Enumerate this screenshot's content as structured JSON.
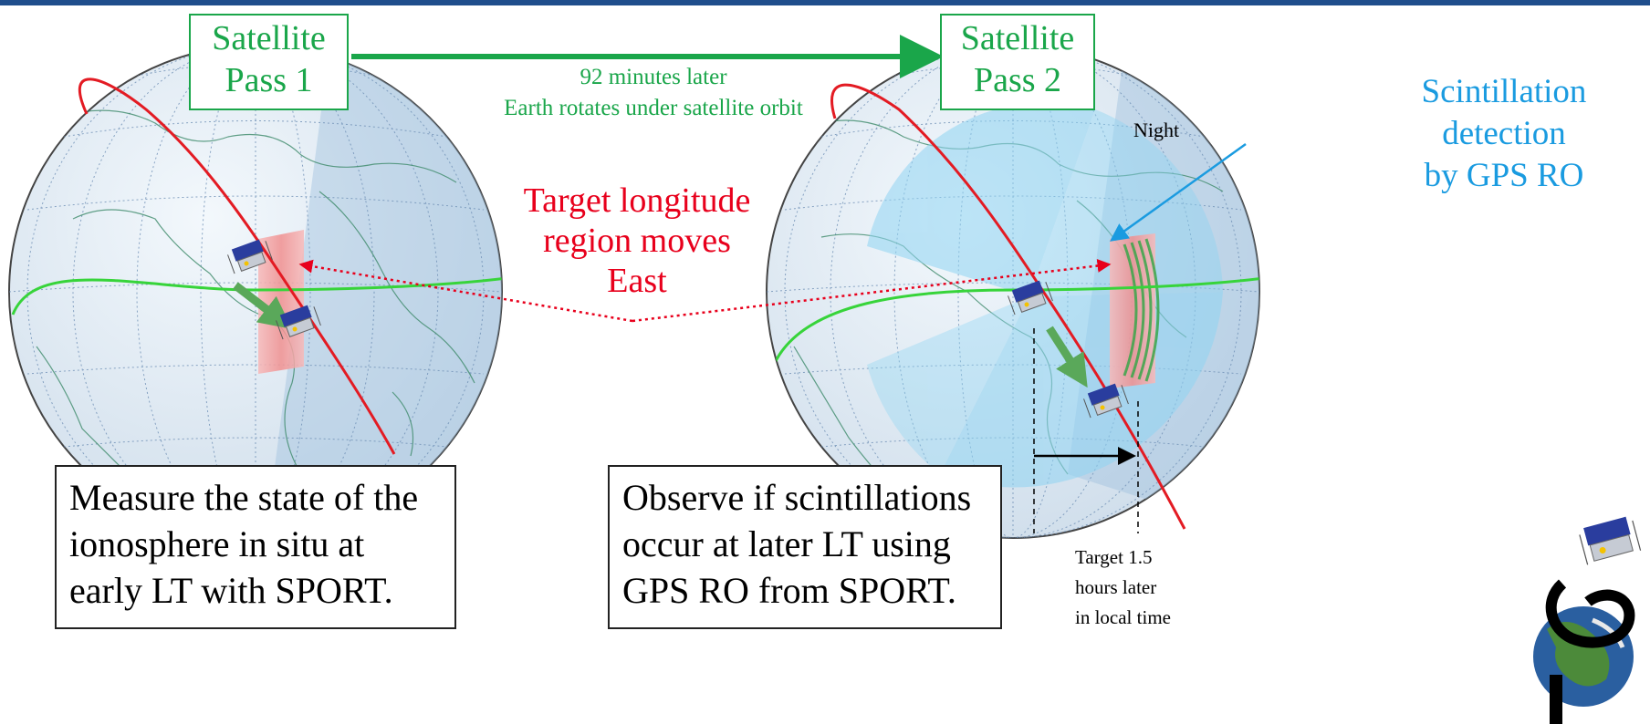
{
  "header_bar": {
    "color": "#1f4e8c"
  },
  "colors": {
    "satellite_green": "#1aa64a",
    "target_red": "#e8001c",
    "scintillation_blue": "#1a9be0",
    "globe_fill": "#dbe7f1",
    "night_shade": "#9fc0dd",
    "target_region_pink": "#f4a7a7",
    "equator_green": "#37d43a",
    "orbit_red": "#e31b23",
    "coverage_cyan": "#8fd4f2"
  },
  "pass1": {
    "title_line1": "Satellite",
    "title_line2": "Pass 1"
  },
  "pass2": {
    "title_line1": "Satellite",
    "title_line2": "Pass 2"
  },
  "transition": {
    "line1": "92 minutes later",
    "line2": "Earth rotates under satellite orbit"
  },
  "target": {
    "line1": "Target longitude",
    "line2": "region moves",
    "line3": "East"
  },
  "night_label": "Night",
  "scintillation": {
    "line1": "Scintillation",
    "line2": "detection",
    "line3": "by GPS RO"
  },
  "measure_box": {
    "line1": "Measure the state of the",
    "line2": "ionosphere in situ at",
    "line3": "early LT with SPORT."
  },
  "observe_box": {
    "line1": "Observe if scintillations",
    "line2": "occur at later LT using",
    "line3": "GPS RO from SPORT."
  },
  "target_note": {
    "line1": "Target 1.5",
    "line2": "hours later",
    "line3": "in local time"
  },
  "icons": {
    "satellite": "cubesat-icon",
    "logo": "sport-mission-logo-icon"
  }
}
